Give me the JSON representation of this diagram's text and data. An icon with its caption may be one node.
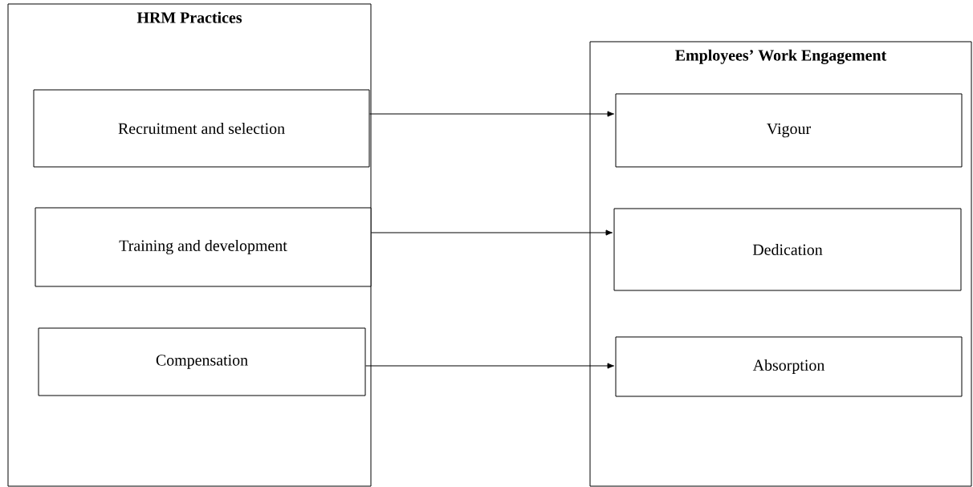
{
  "diagram": {
    "nodes": [
      {
        "text": [
          "HRM Practices"
        ]
      },
      {
        "text": [
          "Recruitment and selection"
        ],
        "in": 0
      },
      {
        "text": [
          "Training and development"
        ],
        "in": 0
      },
      {
        "text": [
          "Compensation"
        ],
        "in": 0
      },
      {
        "text": [
          "Employees’ Work Engagement"
        ]
      },
      {
        "text": [
          "Vigour"
        ],
        "in": 4
      },
      {
        "text": [
          "Dedication"
        ],
        "in": 4
      },
      {
        "text": [
          "Absorption"
        ],
        "in": 4
      }
    ],
    "edges": [
      {
        "from": 1,
        "to": 5,
        "arrow": "to"
      },
      {
        "from": 2,
        "to": 6,
        "arrow": "to"
      },
      {
        "from": 3,
        "to": 7,
        "arrow": "to"
      }
    ]
  }
}
